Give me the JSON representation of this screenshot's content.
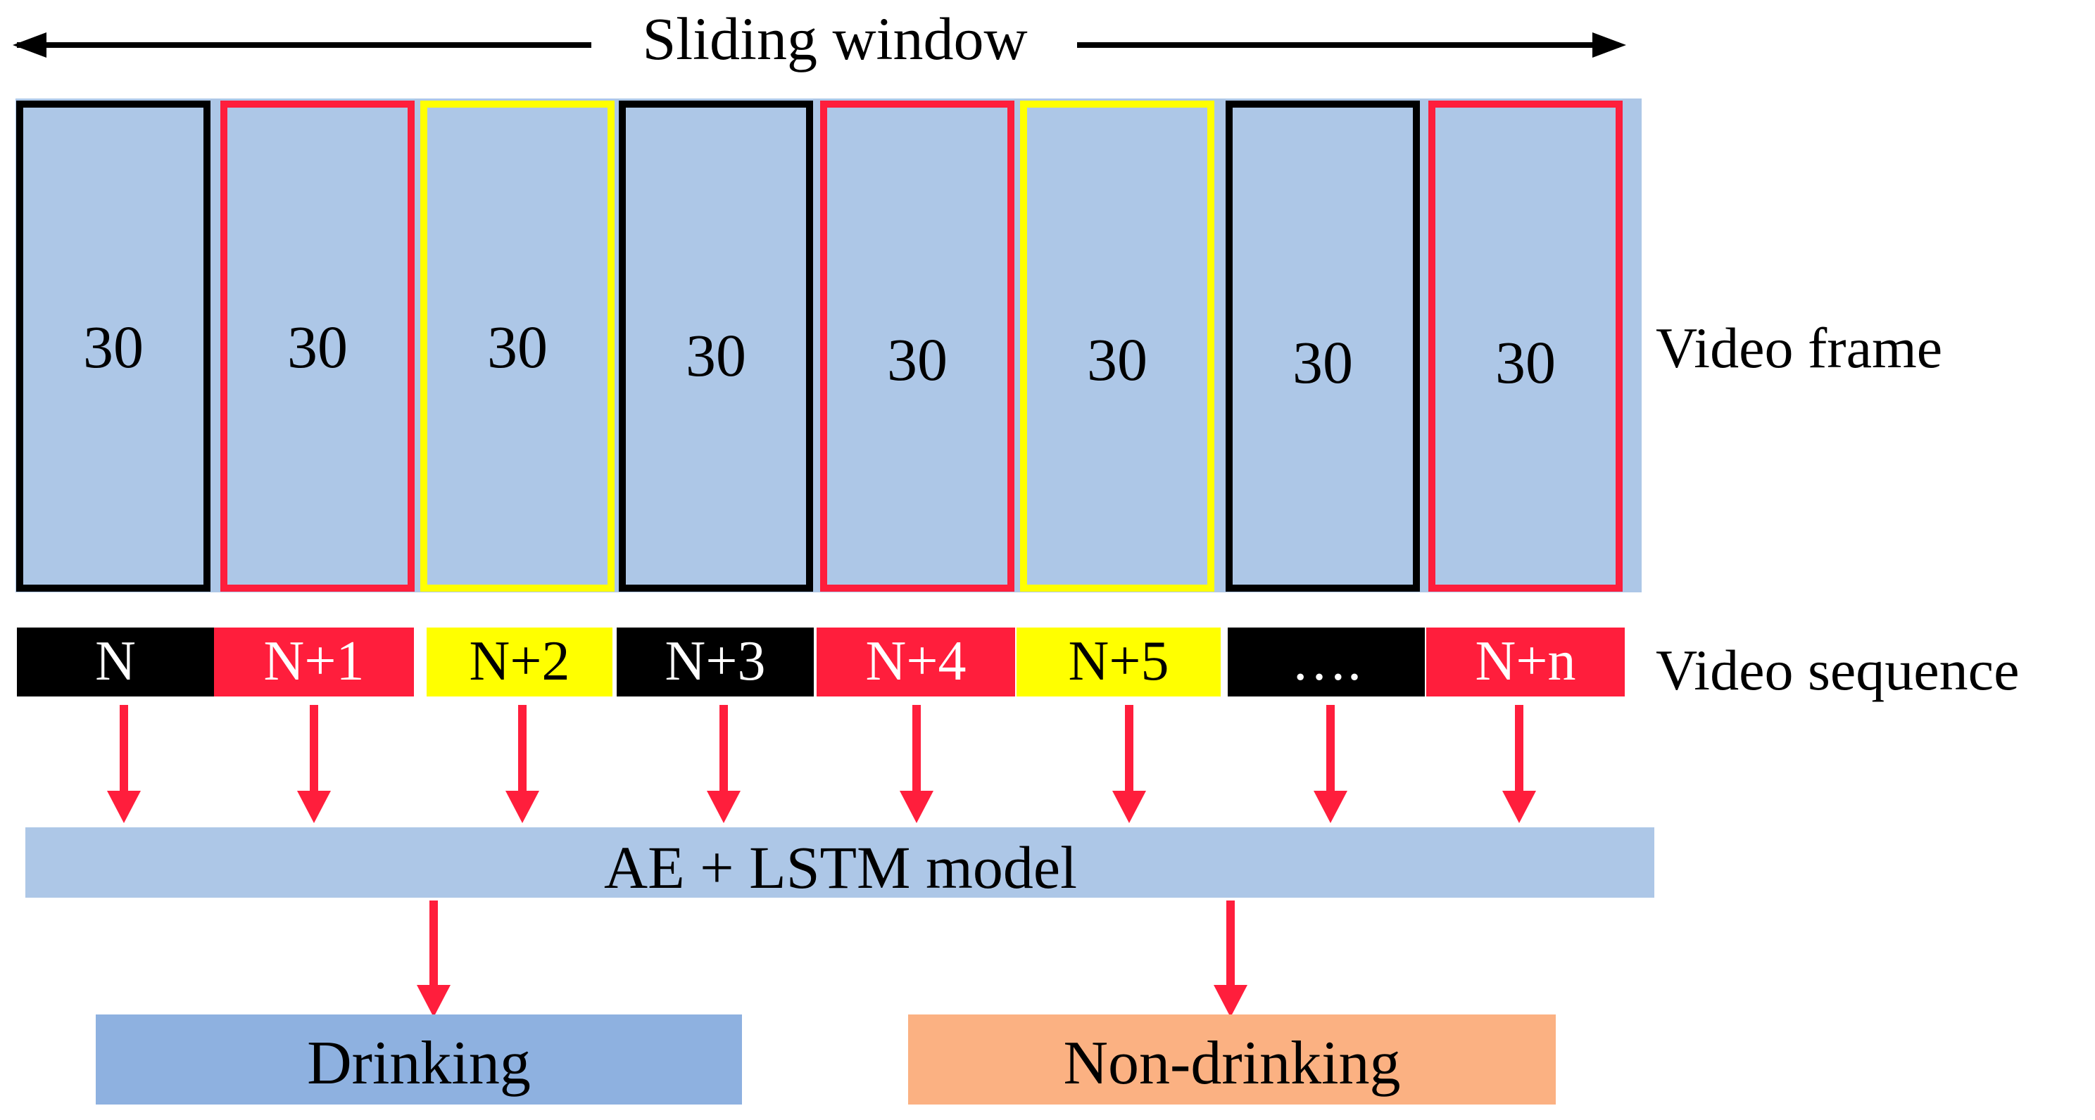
{
  "title": "Sliding window",
  "frame_label": "Video frame",
  "sequence_label": "Video sequence",
  "model_label": "AE + LSTM model",
  "frames": [
    {
      "count": "30",
      "sequence": "N",
      "color": "black"
    },
    {
      "count": "30",
      "sequence": "N+1",
      "color": "red"
    },
    {
      "count": "30",
      "sequence": "N+2",
      "color": "yellow"
    },
    {
      "count": "30",
      "sequence": "N+3",
      "color": "black"
    },
    {
      "count": "30",
      "sequence": "N+4",
      "color": "red"
    },
    {
      "count": "30",
      "sequence": "N+5",
      "color": "yellow"
    },
    {
      "count": "30",
      "sequence": "….",
      "color": "black"
    },
    {
      "count": "30",
      "sequence": "N+n",
      "color": "red"
    }
  ],
  "outputs": [
    {
      "label": "Drinking"
    },
    {
      "label": "Non-drinking"
    }
  ],
  "colors": {
    "frame_fill": "#adc7e7",
    "black": "#000000",
    "red": "#ff1e3c",
    "yellow": "#ffff00",
    "arrow": "#ff1e3c",
    "model_fill": "#adc7e7",
    "drinking_fill": "#8eb1e0",
    "non_drinking_fill": "#fbb182"
  }
}
